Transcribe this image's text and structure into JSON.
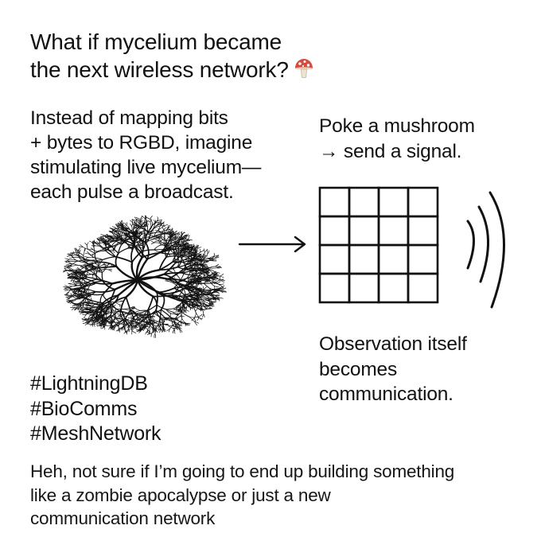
{
  "title": {
    "line1": "What if mycelium became",
    "line2": "the next wireless network?",
    "icon": "mushroom-icon",
    "icon_cap_color": "#d64b3c"
  },
  "intro": {
    "lines": [
      "Instead of mapping bits",
      "+ bytes to RGBD, imagine",
      "stimulating live mycelium—",
      "each pulse a broadcast."
    ]
  },
  "poke": {
    "lines": [
      "Poke a mushroom",
      "→ send a signal."
    ]
  },
  "observation": {
    "lines": [
      "Observation itself",
      "becomes",
      "communication."
    ]
  },
  "hashtags": [
    "#LightningDB",
    "#BioComms",
    "#MeshNetwork"
  ],
  "footer": {
    "lines": [
      "Heh, not sure if I’m going to end up building something",
      "like a zombie apocalypse or just a new",
      "communication network"
    ]
  },
  "illustrations": {
    "network_icon": "mycelium-network-icon",
    "arrow_icon": "arrow-right-icon",
    "grid_icon": "grid-icon",
    "grid": {
      "rows": 4,
      "cols": 4
    },
    "signal_icon": "signal-waves-icon",
    "ink_color": "#111111"
  }
}
